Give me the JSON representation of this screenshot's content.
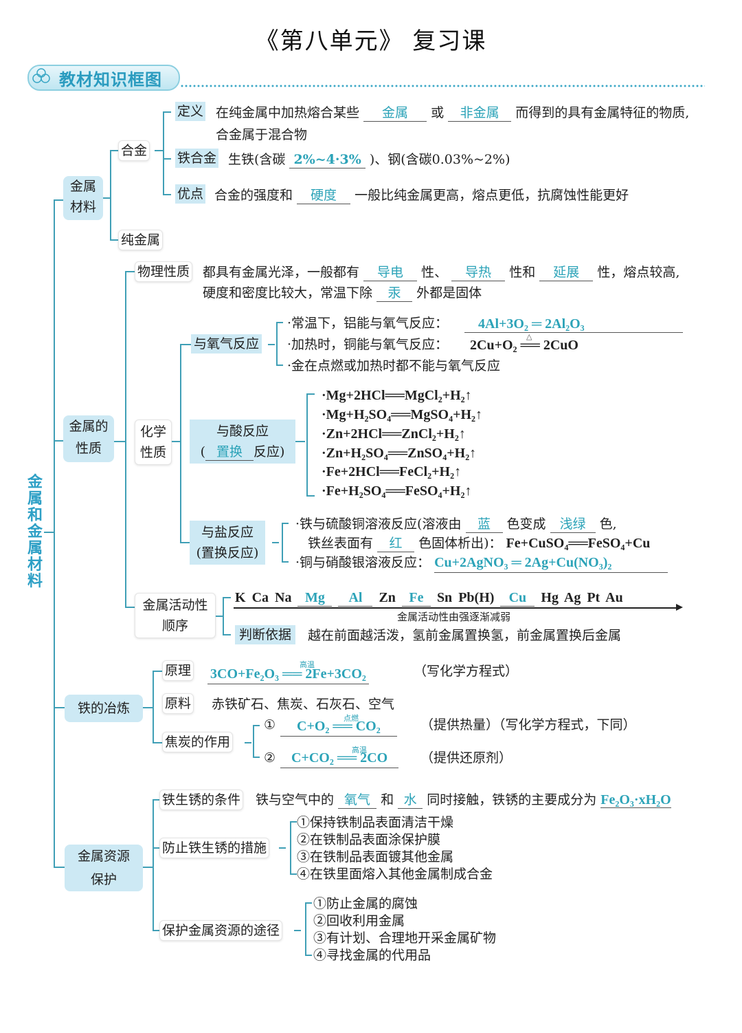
{
  "title": "《第八单元》  复习课",
  "banner": {
    "label": "教材知识框图",
    "icon": "molecule-icon"
  },
  "root": "金属和金属材料",
  "colors": {
    "accent": "#2ca3b8",
    "line": "#3f9fb6",
    "node_fill": "#cde9f4",
    "banner_text": "#2a9bbf"
  },
  "sections": {
    "materials": {
      "label_1": "金属",
      "label_2": "材料",
      "alloy": {
        "label": "合金",
        "definition": {
          "tag": "定义",
          "pre": "在纯金属中加热熔合某些",
          "blank1": "金属",
          "mid": "或",
          "blank2": "非金属",
          "post": "而得到的具有金属特征的物质,",
          "line2": "合金属于混合物"
        },
        "iron_alloy": {
          "tag": "铁合金",
          "pre": "生铁(含碳",
          "blank": "2%~4·3%",
          "post": ")、钢(含碳0.03%~2%)"
        },
        "advantage": {
          "tag": "优点",
          "pre": "合金的强度和",
          "blank": "硬度",
          "post": "一般比纯金属更高，熔点更低，抗腐蚀性能更好"
        }
      },
      "pure": "纯金属"
    },
    "properties": {
      "label_1": "金属的",
      "label_2": "性质",
      "physical": {
        "tag": "物理性质",
        "pre": "都具有金属光泽，一般都有",
        "b1": "导电",
        "m1": "性、",
        "b2": "导热",
        "m2": "性和",
        "b3": "延展",
        "post": "性，熔点较高,",
        "line2_pre": "硬度和密度比较大，常温下除",
        "b4": "汞",
        "line2_post": "外都是固体"
      },
      "chemical": {
        "label_1": "化学",
        "label_2": "性质",
        "oxygen": {
          "tag": "与氧气反应",
          "items": [
            "·常温下，铝能与氧气反应：",
            "·加热时，铜能与氧气反应：",
            "·金在点燃或加热时都不能与氧气反应"
          ],
          "eq1": "4Al+3O₂ ═ 2Al₂O₃",
          "eq2_cond": "△",
          "eq2": "2Cu+O₂ ══ 2CuO"
        },
        "acid": {
          "tag_1": "与酸反应",
          "tag_2_pre": "(",
          "blank": "置换",
          "tag_2_post": "反应)",
          "items": [
            "·Mg+2HCl══MgCl₂+H₂↑",
            "·Mg+H₂SO₄══MgSO₄+H₂↑",
            "·Zn+2HCl══ZnCl₂+H₂↑",
            "·Zn+H₂SO₄══ZnSO₄+H₂↑",
            "·Fe+2HCl══FeCl₂+H₂↑",
            "·Fe+H₂SO₄══FeSO₄+H₂↑"
          ]
        },
        "salt": {
          "tag_1": "与盐反应",
          "tag_2": "(置换反应)",
          "l1_pre": "·铁与硫酸铜溶液反应(溶液由",
          "l1_b1": "蓝",
          "l1_mid": "色变成",
          "l1_b2": "浅绿",
          "l1_post": "色,",
          "l2_pre": "铁丝表面有",
          "l2_b": "红",
          "l2_post": "色固体析出)：",
          "l2_eq": "Fe+CuSO₄══FeSO₄+Cu",
          "l3_pre": "·铜与硝酸银溶液反应：",
          "l3_eq": "Cu+2AgNO₃ ═ 2Ag+Cu(NO₃)₂"
        }
      },
      "activity": {
        "label_1": "金属活动性",
        "label_2": "顺序",
        "series": [
          "K",
          "Ca",
          "Na",
          "Mg",
          "Al",
          "Zn",
          "Fe",
          "Sn",
          "Pb(H)",
          "Cu",
          "Hg",
          "Ag",
          "Pt",
          "Au"
        ],
        "answers": [
          "Mg",
          "Al",
          "Fe",
          "Cu"
        ],
        "arrow_label": "金属活动性由强逐渐减弱",
        "basis_tag": "判断依据",
        "basis": "越在前面越活泼，氢前金属置换氢，前金属置换后金属"
      }
    },
    "smelting": {
      "label": "铁的冶炼",
      "principle": {
        "tag": "原理",
        "eq": "3CO+Fe₂O₃ ══ 2Fe+3CO₂",
        "cond": "高温",
        "note": "（写化学方程式）"
      },
      "raw": {
        "tag": "原料",
        "text": "赤铁矿石、焦炭、石灰石、空气"
      },
      "coke": {
        "tag": "焦炭的作用",
        "i1_num": "①",
        "i1_eq": "C+O₂ ══ CO₂",
        "i1_cond": "点燃",
        "i1_note": "（提供热量）（写化学方程式，下同）",
        "i2_num": "②",
        "i2_eq": "C+CO₂ ══ 2CO",
        "i2_cond": "高温",
        "i2_note": "（提供还原剂）"
      }
    },
    "protection": {
      "label_1": "金属资源",
      "label_2": "保护",
      "rust": {
        "tag": "铁生锈的条件",
        "pre": "铁与空气中的",
        "b1": "氧气",
        "mid": "和",
        "b2": "水",
        "post": "同时接触，铁锈的主要成分为",
        "ans": "Fe₂O₃·xH₂O"
      },
      "prevent": {
        "tag": "防止铁生锈的措施",
        "items": [
          "①保持铁制品表面清洁干燥",
          "②在铁制品表面涂保护膜",
          "③在铁制品表面镀其他金属",
          "④在铁里面熔入其他金属制成合金"
        ]
      },
      "ways": {
        "tag": "保护金属资源的途径",
        "items": [
          "①防止金属的腐蚀",
          "②回收利用金属",
          "③有计划、合理地开采金属矿物",
          "④寻找金属的代用品"
        ]
      }
    }
  }
}
